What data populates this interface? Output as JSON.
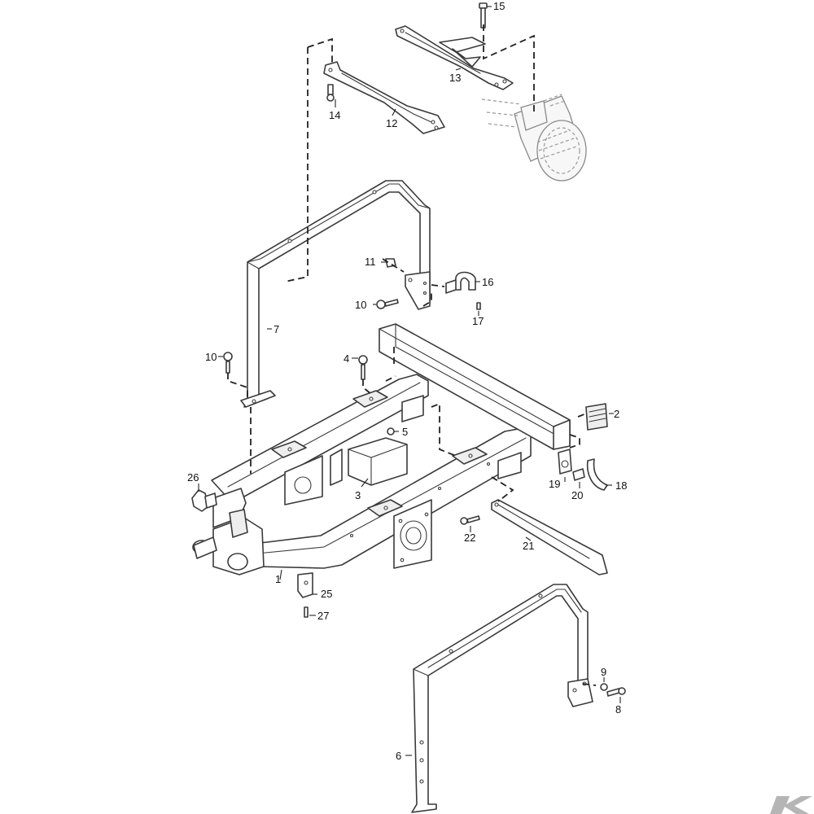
{
  "diagram": {
    "labels": {
      "p1": "1",
      "p2": "2",
      "p3": "3",
      "p4": "4",
      "p5": "5",
      "p6": "6",
      "p7": "7",
      "p8": "8",
      "p9": "9",
      "p10a": "10",
      "p10b": "10",
      "p11": "11",
      "p12": "12",
      "p13": "13",
      "p14": "14",
      "p15": "15",
      "p16": "16",
      "p17": "17",
      "p18": "18",
      "p19": "19",
      "p20": "20",
      "p21": "21",
      "p22": "22",
      "p25": "25",
      "p26": "26",
      "p27": "27"
    }
  },
  "colors": {
    "line": "#3a3a3a",
    "ghost": "#9a9a9a",
    "logo": "#b5b5b5"
  },
  "logo": {
    "icon": "brand-k-logo",
    "text": "K"
  }
}
